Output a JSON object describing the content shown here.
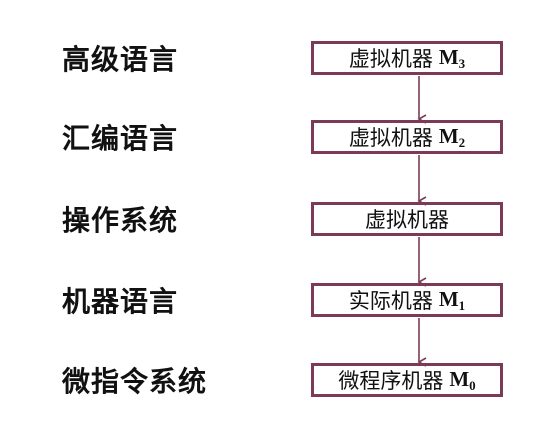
{
  "rows": [
    {
      "level": "高级语言",
      "machine": "虚拟机器",
      "symbol": "M",
      "sub": "3"
    },
    {
      "level": "汇编语言",
      "machine": "虚拟机器",
      "symbol": "M",
      "sub": "2"
    },
    {
      "level": "操作系统",
      "machine": "虚拟机器",
      "symbol": "",
      "sub": ""
    },
    {
      "level": "机器语言",
      "machine": "实际机器",
      "symbol": "M",
      "sub": "1"
    },
    {
      "level": "微指令系统",
      "machine": "微程序机器",
      "symbol": "M",
      "sub": "0"
    }
  ],
  "colors": {
    "box_border": "#7b3b56",
    "arrow": "#7b3b56"
  }
}
